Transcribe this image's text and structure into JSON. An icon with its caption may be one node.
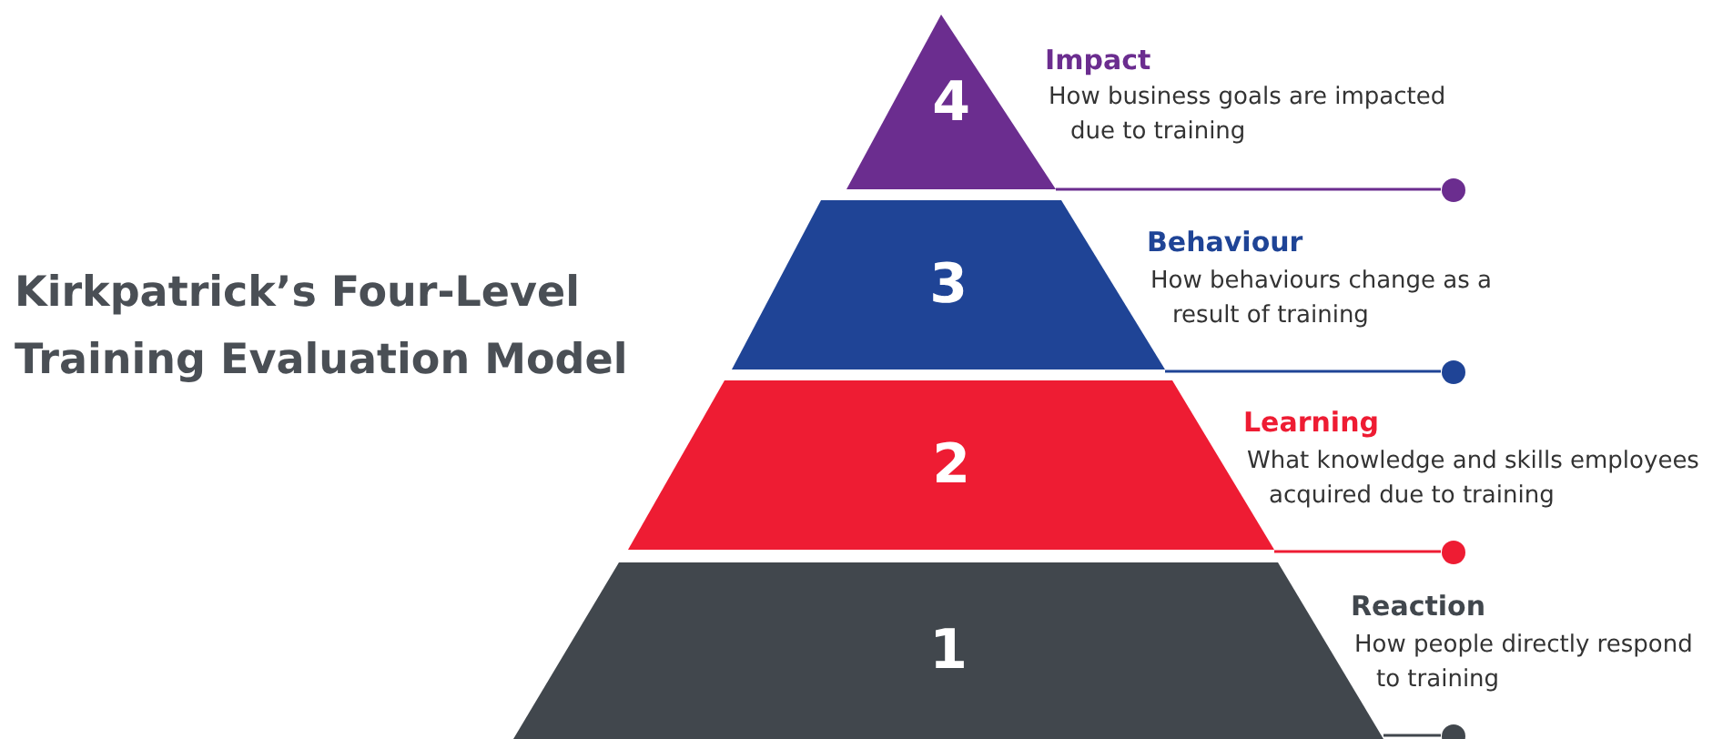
{
  "diagram": {
    "title": "Kirkpatrick’s Four-Level Training Evaluation Model",
    "nodes": [
      {
        "text": [
          "4"
        ],
        "beside": [
          "Impact",
          "How business goals are impacted due to training"
        ]
      },
      {
        "text": [],
        "shape": "circle"
      },
      {
        "text": [
          "3"
        ],
        "beside": [
          "Behaviour",
          "How behaviours change as a result of training"
        ]
      },
      {
        "text": [],
        "shape": "circle"
      },
      {
        "text": [
          "2"
        ],
        "beside": [
          "Learning",
          "What knowledge and skills employees acquired due to training"
        ]
      },
      {
        "text": [],
        "shape": "circle"
      },
      {
        "text": [
          "1"
        ],
        "beside": [
          "Reaction",
          "How people directly respond to training"
        ]
      },
      {
        "text": [],
        "shape": "circle"
      }
    ],
    "edges": [
      {
        "from": 0,
        "to": 1,
        "arrow": "none",
        "color": "#6b2d8f"
      },
      {
        "from": 2,
        "to": 3,
        "arrow": "none",
        "color": "#1f4496"
      },
      {
        "from": 4,
        "to": 5,
        "arrow": "none",
        "color": "#ee1c33"
      },
      {
        "from": 6,
        "to": 7,
        "arrow": "none",
        "color": "#41474d"
      }
    ]
  }
}
